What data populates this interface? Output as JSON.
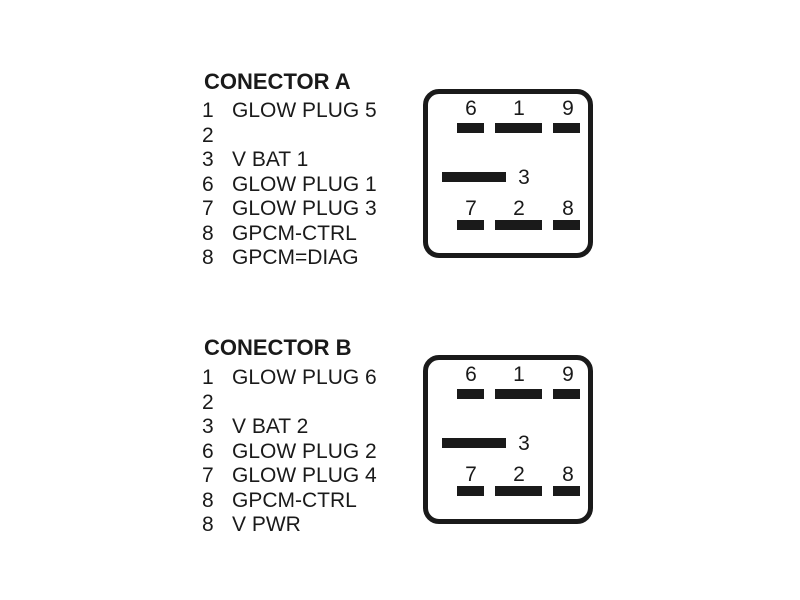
{
  "connectors": [
    {
      "title": "CONECTOR A",
      "pins": [
        {
          "num": "1",
          "desc": "GLOW PLUG 5"
        },
        {
          "num": "2",
          "desc": ""
        },
        {
          "num": "3",
          "desc": "V BAT 1"
        },
        {
          "num": "6",
          "desc": "GLOW PLUG 1"
        },
        {
          "num": "7",
          "desc": "GLOW PLUG 3"
        },
        {
          "num": "8",
          "desc": "GPCM-CTRL"
        },
        {
          "num": "8",
          "desc": "GPCM=DIAG"
        }
      ],
      "plug_labels": {
        "p6": "6",
        "p1": "1",
        "p9": "9",
        "p3": "3",
        "p7": "7",
        "p2": "2",
        "p8": "8"
      }
    },
    {
      "title": "CONECTOR B",
      "pins": [
        {
          "num": "1",
          "desc": "GLOW PLUG 6"
        },
        {
          "num": "2",
          "desc": ""
        },
        {
          "num": "3",
          "desc": "V BAT 2"
        },
        {
          "num": "6",
          "desc": "GLOW PLUG 2"
        },
        {
          "num": "7",
          "desc": "GLOW PLUG 4"
        },
        {
          "num": "8",
          "desc": "GPCM-CTRL"
        },
        {
          "num": "8",
          "desc": "V PWR"
        }
      ],
      "plug_labels": {
        "p6": "6",
        "p1": "1",
        "p9": "9",
        "p3": "3",
        "p7": "7",
        "p2": "2",
        "p8": "8"
      }
    }
  ]
}
